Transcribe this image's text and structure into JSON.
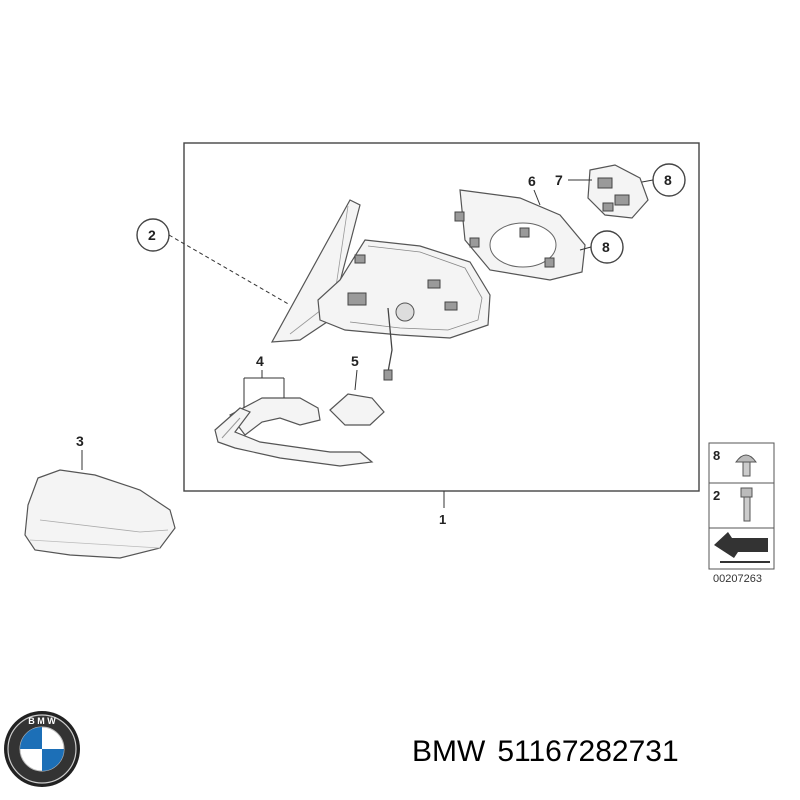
{
  "diagram": {
    "callouts": {
      "c1": "1",
      "c2": "2",
      "c3": "3",
      "c4": "4",
      "c5": "5",
      "c6": "6",
      "c7": "7",
      "c8a": "8",
      "c8b": "8"
    },
    "hardware_legend": {
      "row8": "8",
      "row2": "2"
    },
    "drawing_number": "00207263"
  },
  "footer": {
    "brand": "BMW",
    "part_number": "51167282731",
    "logo_letters": "BMW"
  }
}
